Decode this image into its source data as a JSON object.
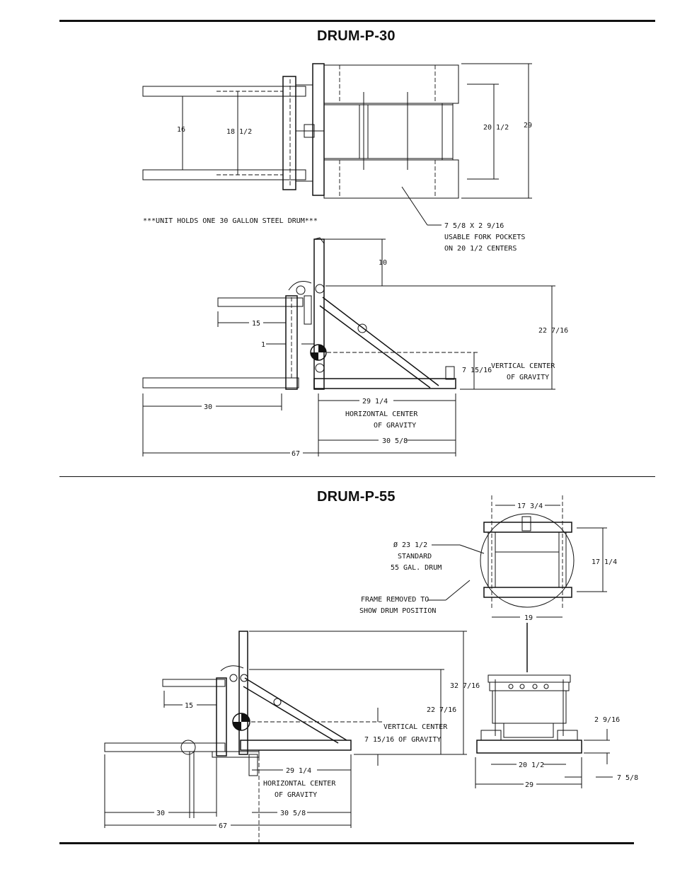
{
  "sections": {
    "p30": {
      "title": "DRUM-P-30",
      "note": "***UNIT HOLDS ONE 30 GALLON STEEL DRUM***",
      "fork_pocket": [
        "7 5/8 X 2 9/16",
        "USABLE FORK POCKETS",
        "ON 20 1/2 CENTERS"
      ],
      "dims": {
        "d16": "16",
        "d18_1_2": "18 1/2",
        "d20_1_2": "20 1/2",
        "d29": "29",
        "d10": "10",
        "d15": "15",
        "d1": "1",
        "d22_7_16": "22 7/16",
        "d7_15_16": "7 15/16",
        "d29_1_4": "29 1/4",
        "d30": "30",
        "d30_5_8": "30 5/8",
        "d67": "67"
      },
      "vcg": [
        "VERTICAL CENTER",
        "OF GRAVITY"
      ],
      "hcg": [
        "HORIZONTAL CENTER",
        "OF GRAVITY"
      ]
    },
    "p55": {
      "title": "DRUM-P-55",
      "drum": [
        "Ø 23 1/2",
        "STANDARD",
        "55 GAL. DRUM"
      ],
      "frame": [
        "FRAME REMOVED TO",
        "SHOW DRUM POSITION"
      ],
      "dims": {
        "d17_3_4": "17 3/4",
        "d17_1_4": "17 1/4",
        "d19": "19",
        "d32_7_16": "32 7/16",
        "d22_7_16": "22 7/16",
        "d15": "15",
        "d29_1_4": "29 1/4",
        "d30": "30",
        "d30_5_8": "30 5/8",
        "d67": "67",
        "d2_9_16": "2 9/16",
        "d20_1_2": "20 1/2",
        "d29": "29",
        "d7_5_8": "7 5/8"
      },
      "vcg": [
        "VERTICAL CENTER",
        "7 15/16 OF GRAVITY"
      ],
      "hcg": [
        "HORIZONTAL CENTER",
        "OF GRAVITY"
      ]
    }
  }
}
